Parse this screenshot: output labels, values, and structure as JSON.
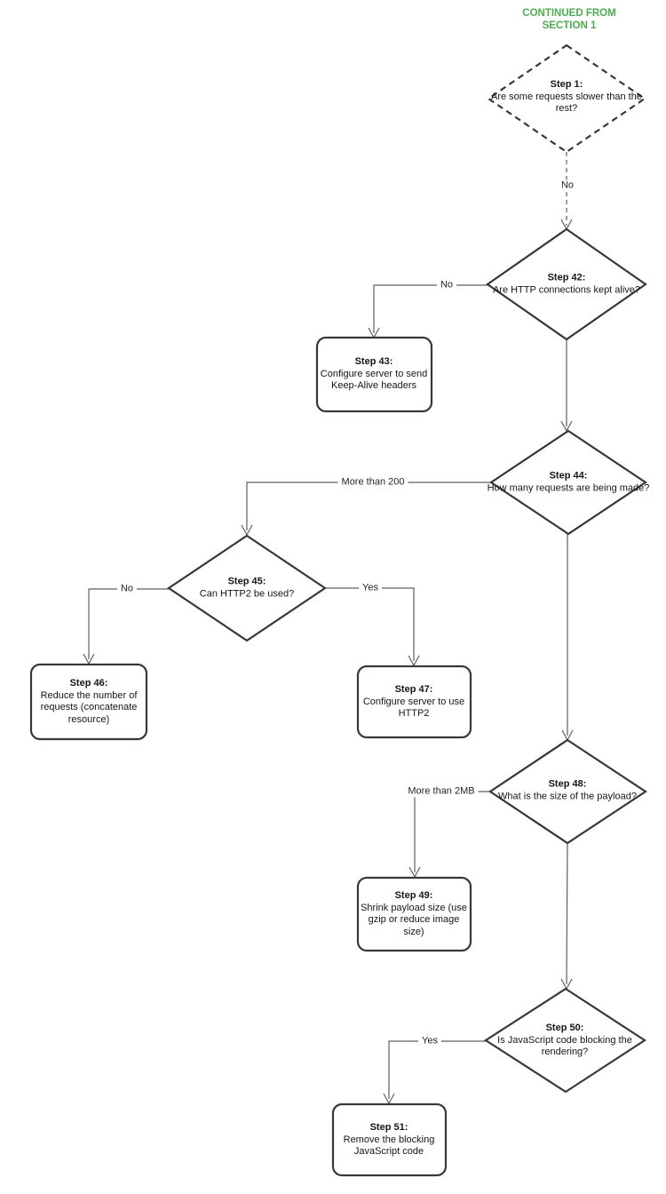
{
  "header": {
    "line1": "CONTINUED FROM",
    "line2": "SECTION 1"
  },
  "colors": {
    "header_green": "#4cae4f",
    "shape_border": "#383838",
    "connector_gray": "#5f5f5f",
    "background": "#ffffff"
  },
  "nodes": {
    "step1": {
      "title": "Step 1:",
      "text": "Are some requests slower than the rest?",
      "shape": "decision",
      "border": "dashed"
    },
    "step42": {
      "title": "Step 42:",
      "text": "Are HTTP connections kept alive?",
      "shape": "decision",
      "border": "solid"
    },
    "step43": {
      "title": "Step 43:",
      "text": "Configure server to send Keep-Alive headers",
      "shape": "process",
      "border": "solid"
    },
    "step44": {
      "title": "Step 44:",
      "text": "How many requests are being made?",
      "shape": "decision",
      "border": "solid"
    },
    "step45": {
      "title": "Step 45:",
      "text": "Can HTTP2 be used?",
      "shape": "decision",
      "border": "solid"
    },
    "step46": {
      "title": "Step 46:",
      "text": "Reduce the number of requests (concatenate resource)",
      "shape": "process",
      "border": "solid"
    },
    "step47": {
      "title": "Step 47:",
      "text": "Configure server to use HTTP2",
      "shape": "process",
      "border": "solid"
    },
    "step48": {
      "title": "Step 48:",
      "text": "What is the size of the payload?",
      "shape": "decision",
      "border": "solid"
    },
    "step49": {
      "title": "Step 49:",
      "text": "Shrink payload size (use gzip or reduce image size)",
      "shape": "process",
      "border": "solid"
    },
    "step50": {
      "title": "Step 50:",
      "text": "Is JavaScript code blocking the rendering?",
      "shape": "decision",
      "border": "solid"
    },
    "step51": {
      "title": "Step 51:",
      "text": "Remove the blocking JavaScript code",
      "shape": "process",
      "border": "solid"
    }
  },
  "edges": [
    {
      "from": "step1",
      "to": "step42",
      "label": "No",
      "style": "dashed"
    },
    {
      "from": "step42",
      "to": "step43",
      "label": "No",
      "style": "solid"
    },
    {
      "from": "step42",
      "to": "step44",
      "label": "",
      "style": "solid"
    },
    {
      "from": "step44",
      "to": "step45",
      "label": "More than 200",
      "style": "solid"
    },
    {
      "from": "step45",
      "to": "step46",
      "label": "No",
      "style": "solid"
    },
    {
      "from": "step45",
      "to": "step47",
      "label": "Yes",
      "style": "solid"
    },
    {
      "from": "step44",
      "to": "step48",
      "label": "",
      "style": "solid"
    },
    {
      "from": "step48",
      "to": "step49",
      "label": "More than 2MB",
      "style": "solid"
    },
    {
      "from": "step48",
      "to": "step50",
      "label": "",
      "style": "solid"
    },
    {
      "from": "step50",
      "to": "step51",
      "label": "Yes",
      "style": "solid"
    }
  ]
}
